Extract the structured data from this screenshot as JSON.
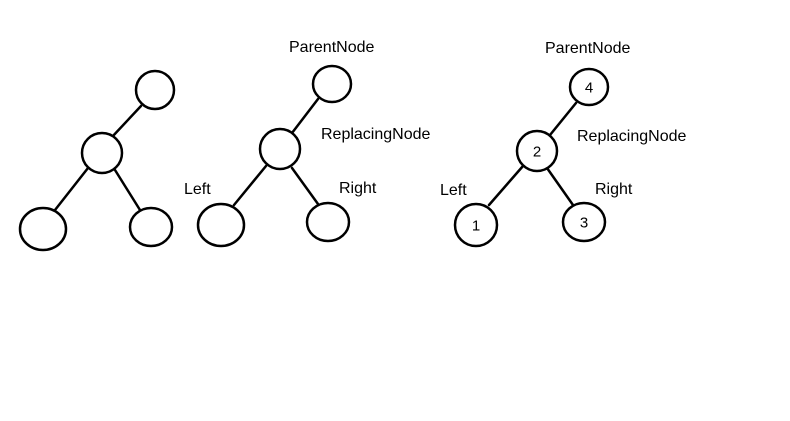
{
  "trees": [
    {
      "nodes": [
        {
          "value": ""
        },
        {
          "value": ""
        },
        {
          "value": ""
        },
        {
          "value": ""
        }
      ],
      "labels": []
    },
    {
      "nodes": [
        {
          "value": ""
        },
        {
          "value": ""
        },
        {
          "value": ""
        },
        {
          "value": ""
        }
      ],
      "labels": [
        "ParentNode",
        "ReplacingNode",
        "Left",
        "Right"
      ]
    },
    {
      "nodes": [
        {
          "value": "4"
        },
        {
          "value": "2"
        },
        {
          "value": "1"
        },
        {
          "value": "3"
        }
      ],
      "labels": [
        "ParentNode",
        "ReplacingNode",
        "Left",
        "Right"
      ]
    }
  ],
  "colors": {
    "stroke": "#000000",
    "background": "#ffffff"
  }
}
